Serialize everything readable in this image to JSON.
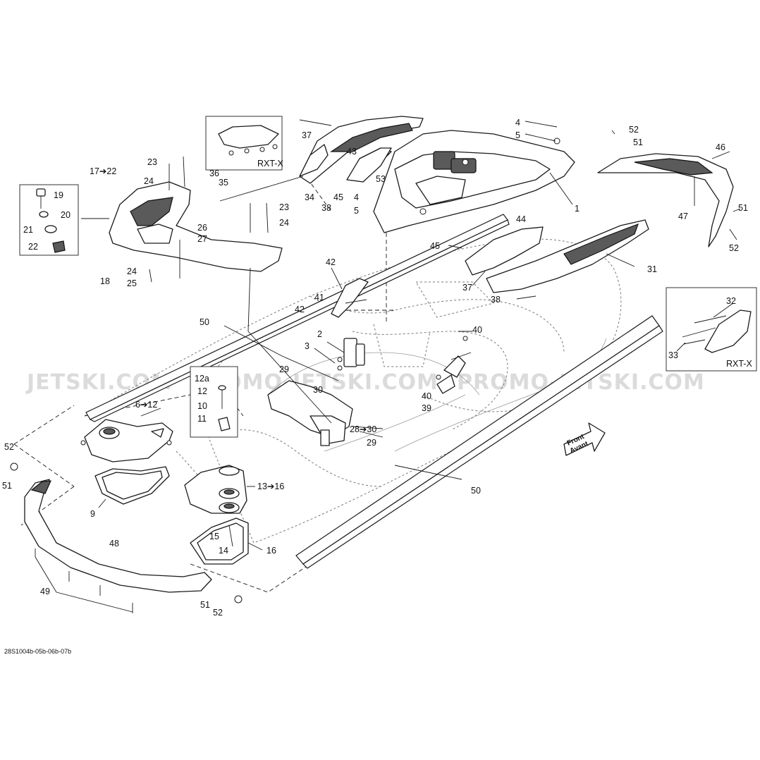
{
  "diagram": {
    "reference_code": "28S1004b-05b-06b-07b",
    "watermark_left": "JETSKI.COM",
    "watermark_mid": "PROMO-JETSKI.COM",
    "watermark_right": "PROMO-JETSKI.COM",
    "front_arrow": {
      "line1": "Front",
      "line2": "Avant"
    },
    "inset_boxes": {
      "rxt_top": "RXT-X",
      "rxt_right": "RXT-X"
    },
    "callouts": {
      "c1": "1",
      "c2": "2",
      "c3": "3",
      "c4a": "4",
      "c4b": "4",
      "c5a": "5",
      "c5b": "5",
      "c6_12": "6➔12",
      "c9": "9",
      "c10": "10",
      "c11": "11",
      "c12": "12",
      "c12a": "12a",
      "c13_16": "13➔16",
      "c14": "14",
      "c15": "15",
      "c16": "16",
      "c17_22": "17➔22",
      "c18": "18",
      "c19": "19",
      "c20": "20",
      "c21": "21",
      "c22": "22",
      "c23a": "23",
      "c23b": "23",
      "c24a": "24",
      "c24b": "24",
      "c24c": "24",
      "c25": "25",
      "c26": "26",
      "c27": "27",
      "c28_30": "28➔30",
      "c29a": "29",
      "c29b": "29",
      "c30": "30",
      "c31": "31",
      "c32": "32",
      "c33": "33",
      "c34": "34",
      "c35": "35",
      "c36": "36",
      "c37a": "37",
      "c37b": "37",
      "c38a": "38",
      "c38b": "38",
      "c39": "39",
      "c40a": "40",
      "c40b": "40",
      "c41": "41",
      "c42a": "42",
      "c42b": "42",
      "c43": "43",
      "c44": "44",
      "c45a": "45",
      "c45b": "45",
      "c46": "46",
      "c47": "47",
      "c48": "48",
      "c49": "49",
      "c50a": "50",
      "c50b": "50",
      "c51a": "51",
      "c51b": "51",
      "c51c": "51",
      "c51d": "51",
      "c52a": "52",
      "c52b": "52",
      "c52c": "52",
      "c52d": "52",
      "c53": "53"
    }
  }
}
